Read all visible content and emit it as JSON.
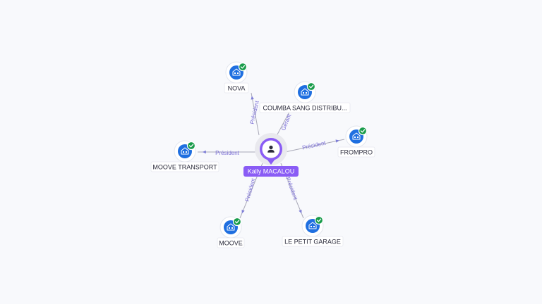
{
  "person": {
    "name": "Kally MACALOU",
    "icon": "person-icon",
    "color": "#8a5cf5"
  },
  "companies": [
    {
      "id": "nova",
      "name": "NOVA",
      "role": "Président",
      "verified": true,
      "icon": "building-icon"
    },
    {
      "id": "coumba",
      "name": "COUMBA SANG DISTRIBU...",
      "role": "Gérant",
      "verified": true,
      "icon": "building-icon"
    },
    {
      "id": "frompro",
      "name": "FROMPRO",
      "role": "Président",
      "verified": true,
      "icon": "building-icon"
    },
    {
      "id": "moove-transport",
      "name": "MOOVE TRANSPORT",
      "role": "Président",
      "verified": true,
      "icon": "building-icon"
    },
    {
      "id": "moove",
      "name": "MOOVE",
      "role": "Président",
      "verified": true,
      "icon": "building-icon"
    },
    {
      "id": "le-petit-garage",
      "name": "LE PETIT GARAGE",
      "role": "Président",
      "verified": true,
      "icon": "building-icon"
    }
  ],
  "colors": {
    "company_node": "#1f6fe0",
    "verified_badge": "#1a9c4b",
    "edge_label": "#7b6fd6"
  }
}
